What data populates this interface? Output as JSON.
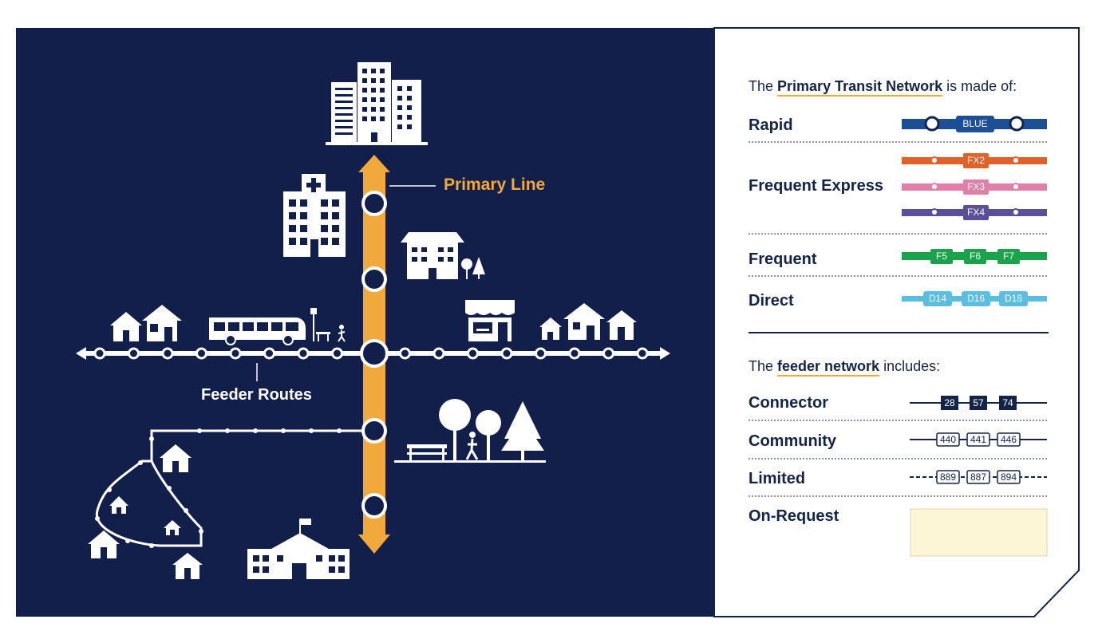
{
  "diagram": {
    "primary_line_label": "Primary Line",
    "feeder_routes_label": "Feeder Routes"
  },
  "legend": {
    "primary_heading": {
      "prefix": "The ",
      "emphasis": "Primary Transit Network",
      "suffix": " is made of:"
    },
    "feeder_heading": {
      "prefix": "The ",
      "emphasis": "feeder network",
      "suffix": " includes:"
    },
    "rows": {
      "rapid": {
        "label": "Rapid",
        "routes": [
          "BLUE"
        ],
        "color": "#1d4f96"
      },
      "frequent_express": {
        "label": "Frequent Express",
        "routes": [
          "FX2",
          "FX3",
          "FX4"
        ],
        "colors": [
          "#e2612a",
          "#e27fa8",
          "#5b4f9c"
        ]
      },
      "frequent": {
        "label": "Frequent",
        "routes": [
          "F5",
          "F6",
          "F7"
        ],
        "color": "#1aa34a"
      },
      "direct": {
        "label": "Direct",
        "routes": [
          "D14",
          "D16",
          "D18"
        ],
        "color": "#5bbde0"
      },
      "connector": {
        "label": "Connector",
        "routes": [
          "28",
          "57",
          "74"
        ],
        "color": "#142449"
      },
      "community": {
        "label": "Community",
        "routes": [
          "440",
          "441",
          "446"
        ],
        "color": "#142449"
      },
      "limited": {
        "label": "Limited",
        "routes": [
          "889",
          "887",
          "894"
        ],
        "color": "#142449"
      },
      "on_request": {
        "label": "On-Request",
        "color": "#fdf6d6"
      }
    }
  },
  "colors": {
    "background": "#111f4a",
    "primary_line": "#f2a93b",
    "panel_text": "#142449"
  }
}
